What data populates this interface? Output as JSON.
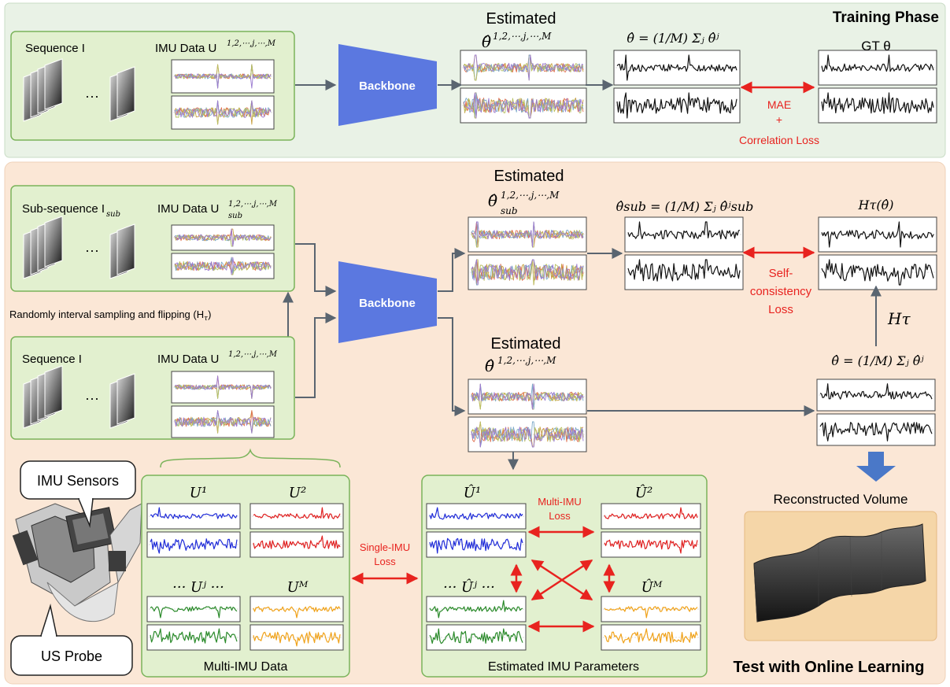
{
  "colors": {
    "train_bg": "#e9f2e6",
    "online_bg": "#fbe7d6",
    "green_panel": "#e2f0cf",
    "green_border": "#7ab35a",
    "backbone": "#5b78e0",
    "arrow_gray": "#5a6570",
    "loss_red": "#e8231f",
    "blue_arrow": "#4a78c8",
    "imu_blue": "#1f2bd8",
    "imu_red": "#e02020",
    "imu_green": "#2a8a2a",
    "imu_orange": "#f0a21a"
  },
  "training": {
    "phase_title": "Training Phase",
    "seq_label": "Sequence I",
    "imu_label": "IMU Data U",
    "imu_sup": "1,2,⋯,j,⋯,M",
    "dots": "···",
    "backbone": "Backbone",
    "estimated": "Estimated",
    "est_theta": "θ̂",
    "est_sup": "1,2,⋯,j,⋯,M",
    "mean_formula": "θ̂ = (1/M) Σⱼ θ̂ʲ",
    "gt_label": "GT θ",
    "loss_line1": "MAE",
    "loss_line2": "+",
    "loss_line3": "Correlation Loss"
  },
  "online": {
    "subseq_label": "Sub-sequence I",
    "subseq_sub": "sub",
    "imu_sub_label": "IMU Data U",
    "imu_sub_sup": "1,2,⋯,j,⋯,M",
    "imu_sub_sub": "sub",
    "sampling_text": "Randomly interval sampling and flipping (H",
    "sampling_sub": "τ",
    "sampling_close": ")",
    "seq_label": "Sequence I",
    "imu_label": "IMU Data U",
    "imu_sup": "1,2,⋯,j,⋯,M",
    "dots": "···",
    "backbone": "Backbone",
    "estimated_sub": "Estimated",
    "est_sub_theta": "θ̂",
    "est_sub_sup": "1,2,⋯,j,⋯,M",
    "est_sub_sub": "sub",
    "mean_sub_formula": "θ̂sub = (1/M) Σⱼ θ̂ʲsub",
    "h_tau_theta": "Hτ(θ̂)",
    "sc_loss_1": "Self-",
    "sc_loss_2": "consistency",
    "sc_loss_3": "Loss",
    "h_tau": "Hτ",
    "estimated": "Estimated",
    "est_theta": "θ̂",
    "est_sup": "1,2,⋯,j,⋯,M",
    "mean_formula": "θ̂ = (1/M) Σⱼ θ̂ʲ",
    "recon_label": "Reconstructed Volume",
    "test_label": "Test with Online Learning"
  },
  "probe": {
    "imu_sensors": "IMU Sensors",
    "us_probe": "US Probe"
  },
  "multi_imu": {
    "u1": "U¹",
    "u2": "U²",
    "uj": "··· Uʲ ···",
    "um": "Uᴹ",
    "caption": "Multi-IMU Data"
  },
  "est_imu": {
    "u1": "Û¹",
    "u2": "Û²",
    "uj": "··· Ûʲ ···",
    "um": "Ûᴹ",
    "multi_loss_1": "Multi-IMU",
    "multi_loss_2": "Loss",
    "caption": "Estimated IMU Parameters"
  },
  "single_loss": {
    "line1": "Single-IMU",
    "line2": "Loss"
  }
}
